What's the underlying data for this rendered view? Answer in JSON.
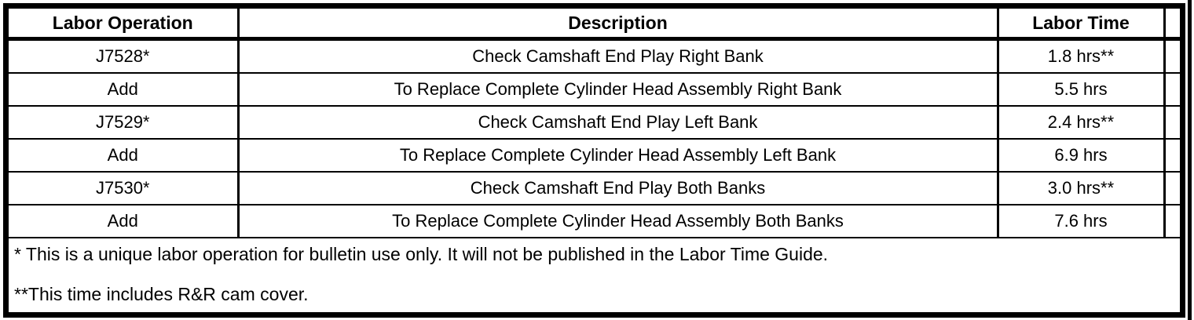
{
  "page": {
    "background_color": "#ffffff",
    "border_color": "#000000",
    "text_color": "#000000"
  },
  "table": {
    "headers": [
      "Labor Operation",
      "Description",
      "Labor Time"
    ],
    "rows": [
      {
        "labor_operation": "J7528*",
        "description": "Check Camshaft End Play Right Bank",
        "labor_time": "1.8 hrs**"
      },
      {
        "labor_operation": "Add",
        "description": "To Replace Complete Cylinder Head Assembly Right Bank",
        "labor_time": "5.5 hrs"
      },
      {
        "labor_operation": "J7529*",
        "description": "Check Camshaft End Play Left Bank",
        "labor_time": "2.4 hrs**"
      },
      {
        "labor_operation": "Add",
        "description": "To Replace Complete Cylinder Head Assembly Left Bank",
        "labor_time": "6.9 hrs"
      },
      {
        "labor_operation": "J7530*",
        "description": "Check Camshaft End Play Both Banks",
        "labor_time": "3.0 hrs**"
      },
      {
        "labor_operation": "Add",
        "description": "To Replace Complete Cylinder Head Assembly Both Banks",
        "labor_time": "7.6 hrs"
      }
    ],
    "footnotes": {
      "note1": "* This is a unique labor operation for bulletin use only. It will not be published in the Labor Time Guide.",
      "note2": "**This time includes R&R cam cover."
    }
  }
}
